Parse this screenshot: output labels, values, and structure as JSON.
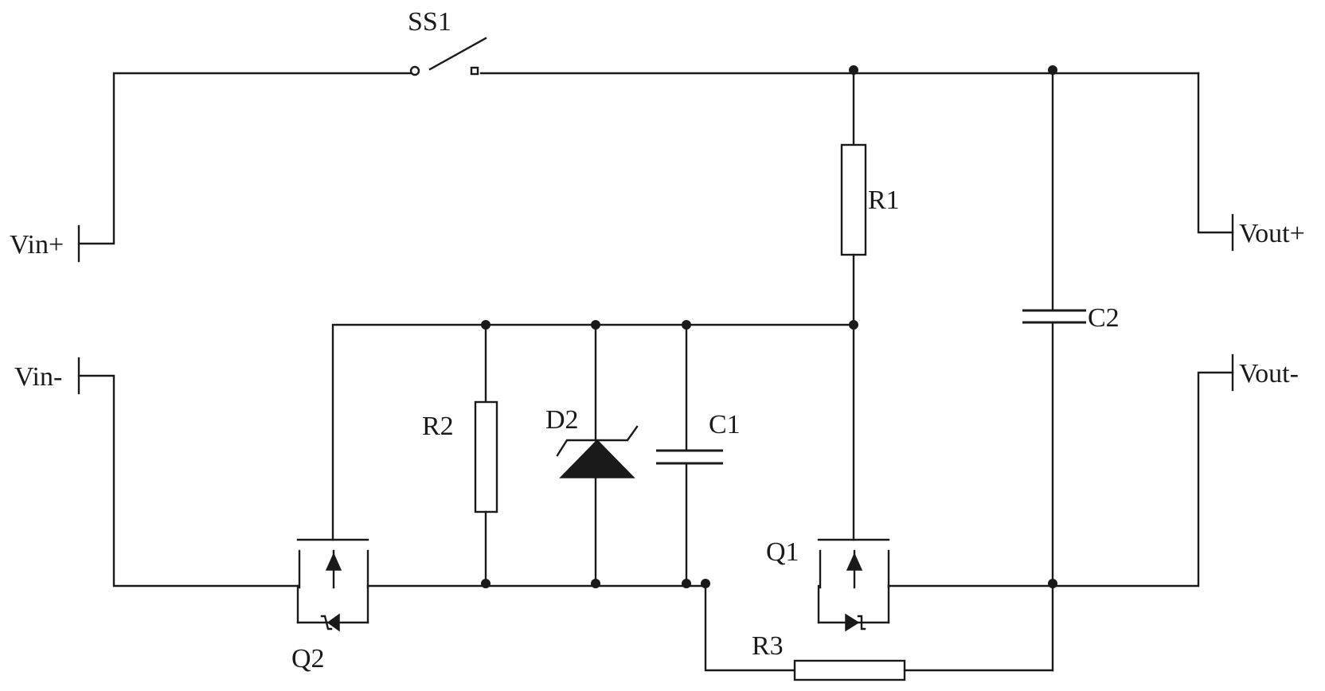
{
  "labels": {
    "switch": "SS1",
    "vin_plus": "Vin+",
    "vin_minus": "Vin-",
    "vout_plus": "Vout+",
    "vout_minus": "Vout-",
    "r1": "R1",
    "r2": "R2",
    "r3": "R3",
    "c1": "C1",
    "c2": "C2",
    "d2": "D2",
    "q1": "Q1",
    "q2": "Q2"
  }
}
